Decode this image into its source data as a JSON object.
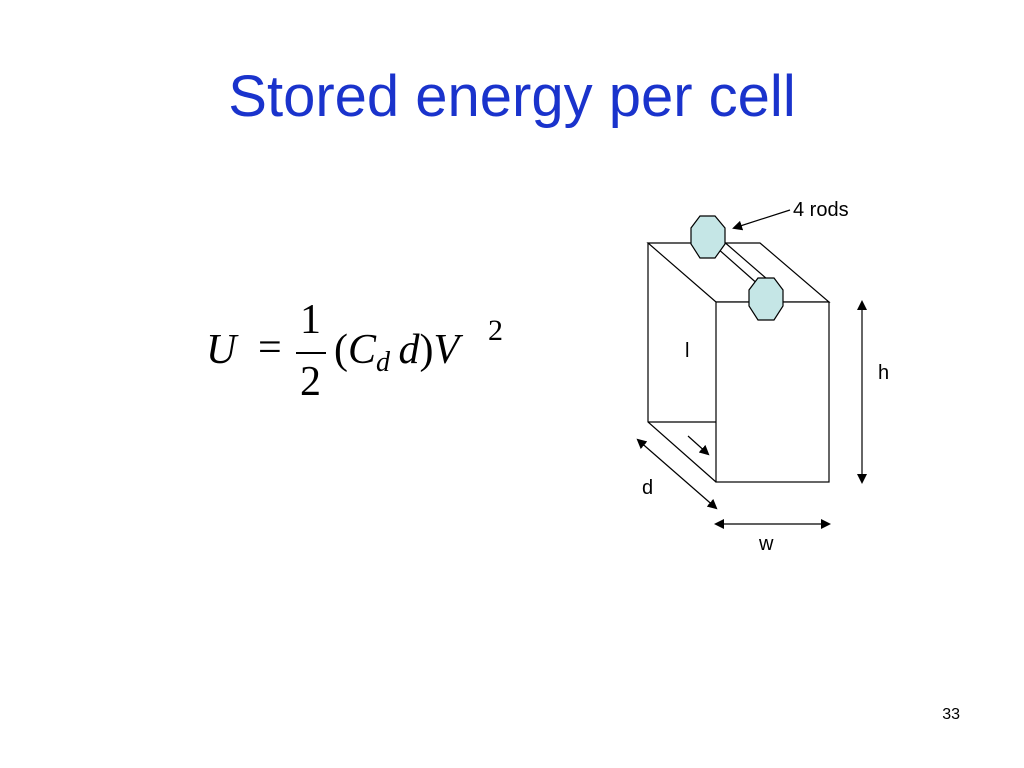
{
  "slide": {
    "title": "Stored energy per cell",
    "page_number": "33"
  },
  "formula": {
    "lhs": "U",
    "equals": "=",
    "numerator": "1",
    "denominator": "2",
    "open_paren": "(",
    "capacitance": "C",
    "capacitance_subscript": "d",
    "length": "d",
    "close_paren": ")",
    "voltage": "V",
    "exponent": "2"
  },
  "diagram": {
    "rods_label": "4 rods",
    "length_label": "l",
    "height_label": "h",
    "depth_label": "d",
    "width_label": "w",
    "rod_color": "#c5e6e6",
    "line_color": "#000000"
  },
  "colors": {
    "title": "#1a33cc",
    "background": "#ffffff"
  }
}
